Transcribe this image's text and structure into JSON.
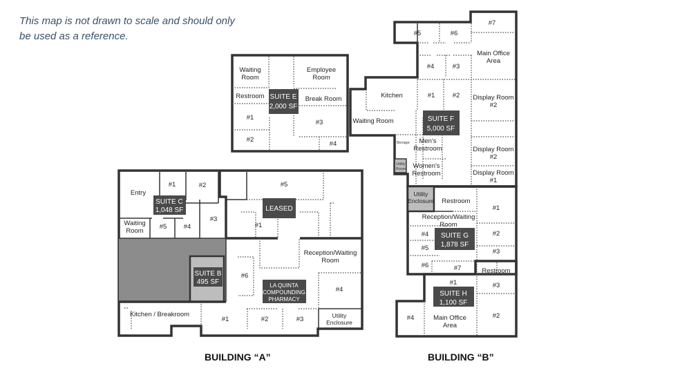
{
  "disclaimer": "This map is not drawn to scale and should only be used as a reference.",
  "buildings": {
    "a": {
      "label": "BUILDING “A”"
    },
    "b": {
      "label": "BUILDING “B”"
    }
  },
  "colors": {
    "room_gray": "#bdbdbd",
    "suite_e_fill": "#dcdcdc",
    "unavailable_dark": "#8c8c8c",
    "suite_h_fill": "#f8eda6",
    "tag_bg": "#4a4a4a",
    "wall": "#333333"
  },
  "suites": {
    "e": {
      "tag": [
        "SUITE E",
        "2,000 SF"
      ],
      "rooms": {
        "waiting": [
          "Waiting",
          "Room"
        ],
        "employee": [
          "Employee",
          "Room"
        ],
        "restroom": "Restroom",
        "break": "Break Room",
        "r1": "#1",
        "r2": "#2",
        "r3": "#3",
        "r4": "#4"
      }
    },
    "f": {
      "tag": [
        "SUITE F",
        "5,000 SF"
      ],
      "rooms": {
        "r5": "#5",
        "r6": "#6",
        "r7": "#7",
        "main": [
          "Main Office",
          "Area"
        ],
        "r4": "#4",
        "r3": "#3",
        "kitchen": "Kitchen",
        "r1": "#1",
        "r2": "#2",
        "display2a": [
          "Display Room",
          "#2"
        ],
        "waiting": "Waiting Room",
        "storage": "Storage",
        "mens": [
          "Men's",
          "Restroom"
        ],
        "display2b": [
          "Display Room",
          "#2"
        ],
        "utility": [
          "Utility",
          "Room"
        ],
        "womens": [
          "Women's",
          "Restroom"
        ],
        "display1": [
          "Display Room",
          "#1"
        ]
      }
    },
    "g": {
      "tag": [
        "SUITE G",
        "1,878 SF"
      ],
      "rooms": {
        "utility": [
          "Utility",
          "Enclosure"
        ],
        "restroom": "Restroom",
        "r1": "#1",
        "reception": [
          "Reception/Waiting",
          "Room"
        ],
        "r4": "#4",
        "r2": "#2",
        "r5": "#5",
        "r3": "#3",
        "r6": "#6",
        "r7": "#7"
      }
    },
    "h": {
      "tag": [
        "SUITE H",
        "1,100 SF"
      ],
      "rooms": {
        "restroom": "Restroom",
        "r1": "#1",
        "r3": "#3",
        "r4": "#4",
        "main": [
          "Main Office",
          "Area"
        ],
        "r2": "#2"
      }
    },
    "c": {
      "tag": [
        "SUITE C",
        "1,048 SF"
      ],
      "rooms": {
        "entry": "Entry",
        "r1": "#1",
        "r2": "#2",
        "r3": "#3",
        "waiting": [
          "Waiting",
          "Room"
        ],
        "r5": "#5",
        "r4": "#4"
      }
    },
    "leased": {
      "tag": "LEASED",
      "rooms": {
        "r5": "#5",
        "r1": "#1"
      }
    },
    "b": {
      "tag": [
        "SUITE B",
        "495 SF"
      ]
    },
    "pharmacy": {
      "tag": [
        "LA QUINTA",
        "COMPOUNDING",
        "PHARMACY"
      ],
      "rooms": {
        "r6": "#6",
        "reception": [
          "Reception/Waiting",
          "Room"
        ],
        "r4": "#4",
        "r1": "#1",
        "r2": "#2",
        "r3": "#3",
        "utility": [
          "Utility",
          "Enclosure"
        ],
        "kitchen": "Kitchen / Breakroom"
      }
    }
  }
}
